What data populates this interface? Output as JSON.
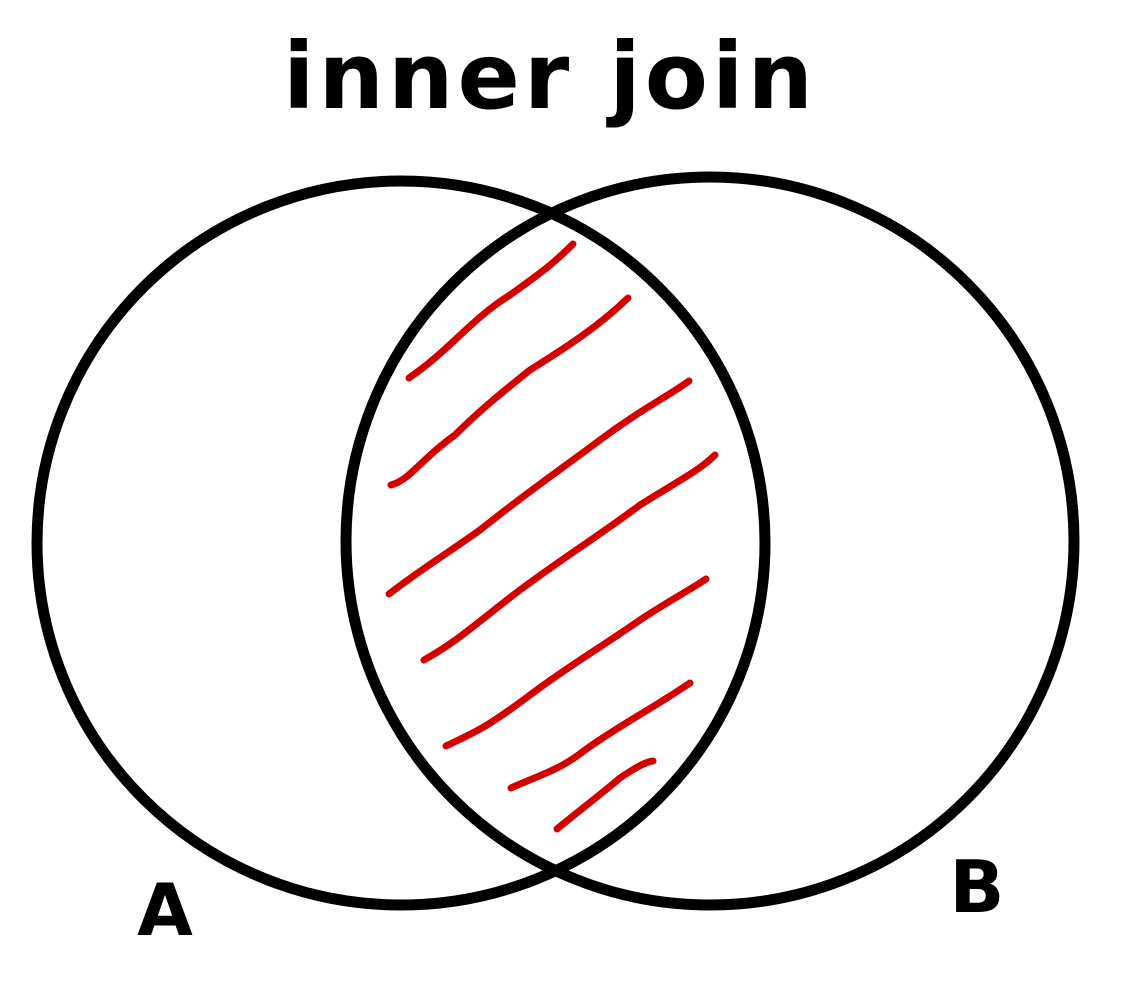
{
  "diagram": {
    "title": "inner join",
    "set_a": {
      "label": "A"
    },
    "set_b": {
      "label": "B"
    },
    "colors": {
      "outline": "#000000",
      "highlight": "#d40000",
      "background": "#ffffff"
    },
    "highlighted_region": "intersection"
  }
}
